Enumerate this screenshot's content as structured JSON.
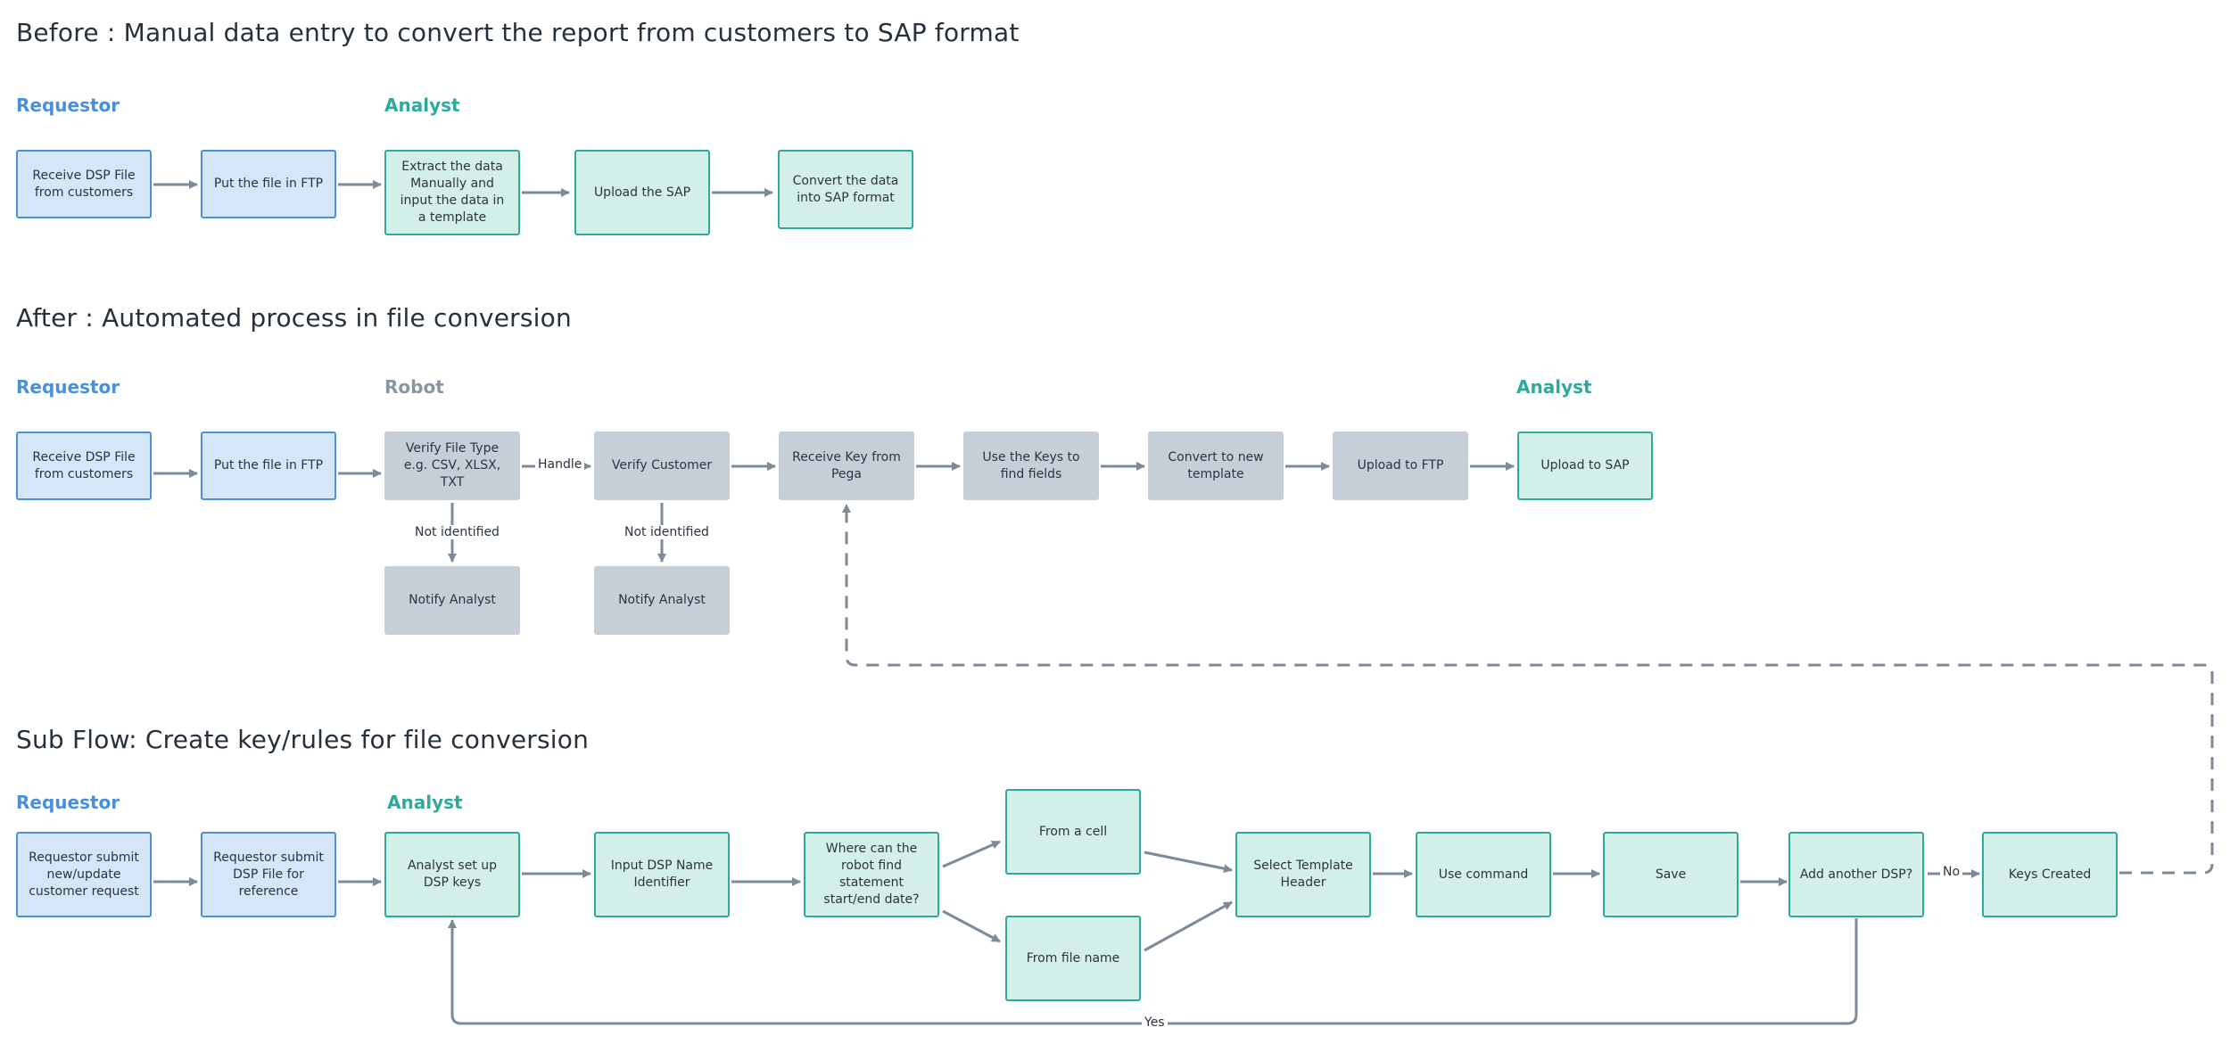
{
  "before": {
    "title": "Before : Manual data entry to convert the report from customers to SAP format",
    "lanes": {
      "requestor": "Requestor",
      "analyst": "Analyst"
    },
    "steps": {
      "receive": "Receive DSP File from customers",
      "ftp": "Put the file in FTP",
      "extract": "Extract the data Manually and input the data in a template",
      "upload": "Upload the SAP",
      "convert": "Convert the data into SAP format"
    }
  },
  "after": {
    "title": "After : Automated process in file conversion",
    "lanes": {
      "requestor": "Requestor",
      "robot": "Robot",
      "analyst": "Analyst"
    },
    "steps": {
      "receive": "Receive DSP File from customers",
      "ftp": "Put the file in FTP",
      "verify_type": "Verify File Type e.g. CSV, XLSX, TXT",
      "verify_customer": "Verify Customer",
      "receive_key": "Receive Key from Pega",
      "use_keys": "Use the Keys to find fields",
      "convert_template": "Convert to new template",
      "upload_ftp": "Upload to FTP",
      "upload_sap": "Upload to SAP",
      "notify1": "Notify Analyst",
      "notify2": "Notify Analyst"
    },
    "edge_labels": {
      "handle": "Handle",
      "not_identified_1": "Not identified",
      "not_identified_2": "Not identified"
    }
  },
  "subflow": {
    "title": "Sub Flow: Create key/rules for file conversion",
    "lanes": {
      "requestor": "Requestor",
      "analyst": "Analyst"
    },
    "steps": {
      "submit_request": "Requestor submit new/update customer request",
      "submit_file": "Requestor submit DSP File for reference",
      "setup_keys": "Analyst set up DSP keys",
      "input_name": "Input DSP Name Identifier",
      "where_date": "Where can the robot find statement start/end date?",
      "from_cell": "From a cell",
      "from_file": "From file name",
      "select_header": "Select Template Header",
      "use_command": "Use command",
      "save": "Save",
      "add_another": "Add another DSP?",
      "keys_created": "Keys Created"
    },
    "edge_labels": {
      "no": "No",
      "yes": "Yes"
    }
  },
  "colors": {
    "requestor_fill": "#d5e6f8",
    "requestor_border": "#4a90d9",
    "analyst_fill": "#d3efea",
    "analyst_border": "#2fa99a",
    "robot_fill": "#c6cfd8",
    "connector": "#7d8a97"
  }
}
